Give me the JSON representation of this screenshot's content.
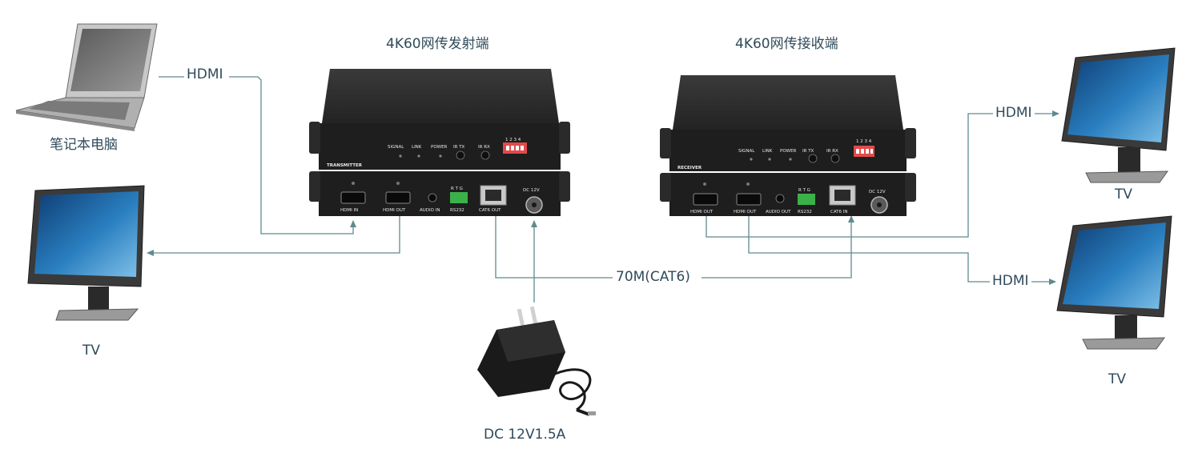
{
  "titles": {
    "transmitter": "4K60网传发射端",
    "receiver": "4K60网传接收端"
  },
  "labels": {
    "laptop": "笔记本电脑",
    "tv_left": "TV",
    "tv_right_top": "TV",
    "tv_right_bottom": "TV",
    "hdmi_in_cable": "HDMI",
    "hdmi_out_top": "HDMI",
    "hdmi_out_bottom": "HDMI",
    "cat6": "70M(CAT6)",
    "power": "DC 12V1.5A"
  },
  "transmitter": {
    "top_labels": [
      "SIGNAL",
      "LINK",
      "POWER",
      "IR TX",
      "IR RX"
    ],
    "badge": "TRANSMITTER",
    "ports": [
      "HDMI IN",
      "HDMI OUT",
      "AUDIO IN",
      "RS232",
      "CAT6 OUT",
      "DC 12V"
    ],
    "rtg": "R T G",
    "dip": "1 2 3 4"
  },
  "receiver": {
    "top_labels": [
      "SIGNAL",
      "LINK",
      "POWER",
      "IR TX",
      "IR RX"
    ],
    "badge": "RECEIVER",
    "ports": [
      "HDMI OUT",
      "HDMI OUT",
      "AUDIO OUT",
      "RS232",
      "CAT6 IN",
      "DC 12V"
    ],
    "rtg": "R T G",
    "dip": "1 2 3 4"
  },
  "colors": {
    "line": "#5f8a8e",
    "text": "#2f4a5a",
    "device": "#2b2b2b",
    "screen": "#2a7fc0",
    "dip": "#e24a4a",
    "terminal": "#3cb14a"
  }
}
